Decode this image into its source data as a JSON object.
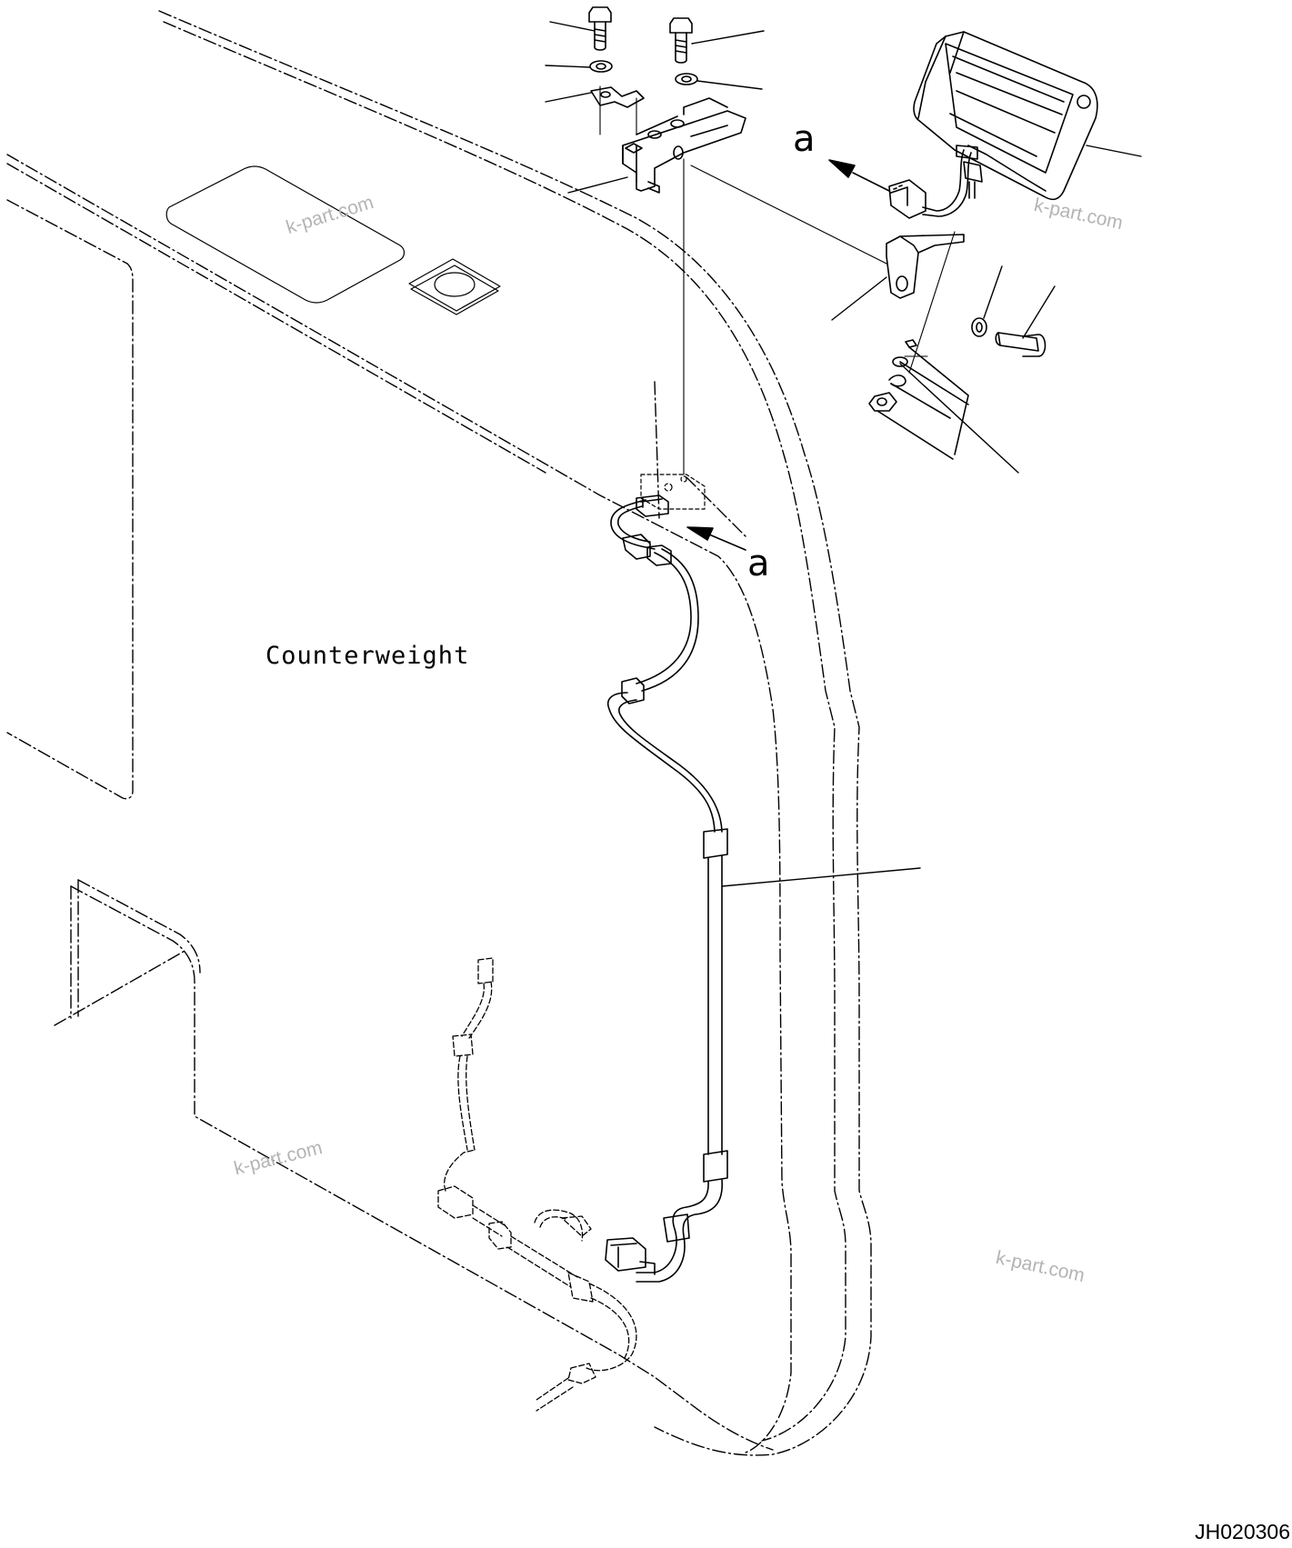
{
  "labels": {
    "counterweight": "Counterweight",
    "view_marker_top": "a",
    "view_marker_mid": "a",
    "drawing_number": "JH020306"
  },
  "watermarks": [
    "k-part.com",
    "k-part.com",
    "k-part.com",
    "k-part.com"
  ],
  "colors": {
    "line": "#000000",
    "background": "#ffffff",
    "watermark": "#b4b4b4"
  }
}
